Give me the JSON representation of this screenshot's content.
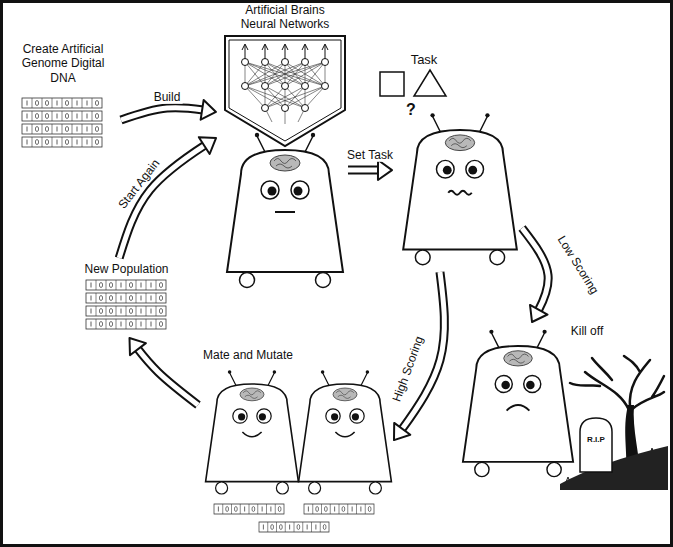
{
  "diagram": {
    "nodes": [
      {
        "text": [
          "Create Artificial Genome Digital DNA"
        ]
      },
      {
        "text": [
          "Artificial Brains Neural Networks"
        ]
      },
      {
        "text": [
          "Task",
          "?"
        ]
      },
      {
        "text": [
          "Kill off",
          "R.I.P"
        ]
      },
      {
        "text": [
          "Mate and Mutate"
        ]
      },
      {
        "text": [
          "New Population"
        ]
      }
    ],
    "edges": [
      {
        "from": 0,
        "to": 1,
        "arrow": "to",
        "label": "Build"
      },
      {
        "from": 5,
        "to": 1,
        "arrow": "to",
        "label": "Start Again"
      },
      {
        "from": 1,
        "to": 2,
        "arrow": "to",
        "label": "Set Task"
      },
      {
        "from": 2,
        "to": 3,
        "arrow": "to",
        "label": "Low Scoring"
      },
      {
        "from": 2,
        "to": 4,
        "arrow": "to",
        "label": "High Scoring"
      },
      {
        "from": 4,
        "to": 5,
        "arrow": "to"
      }
    ]
  }
}
